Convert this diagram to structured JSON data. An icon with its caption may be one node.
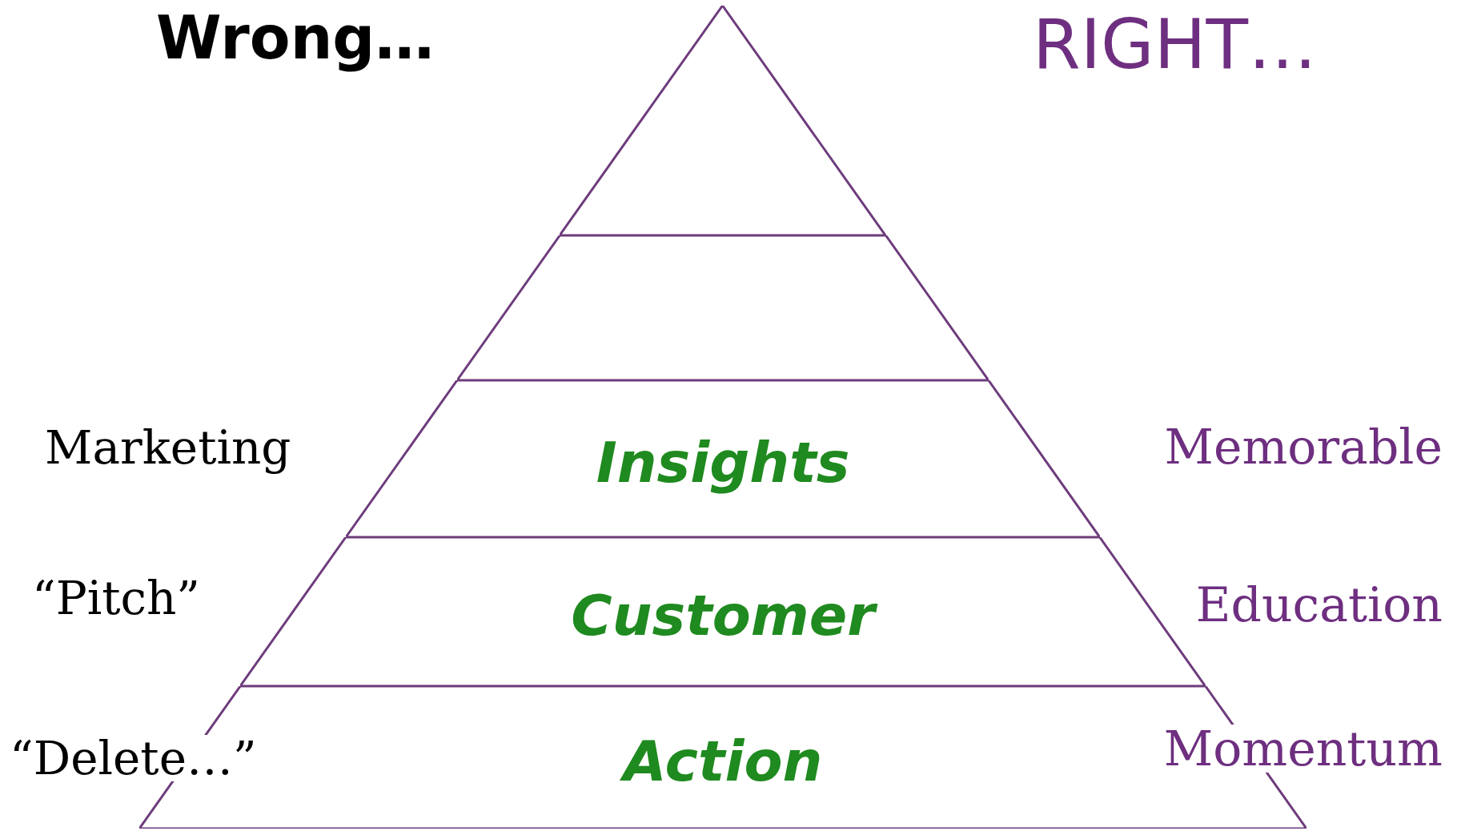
{
  "diagram": {
    "nodes": [
      {
        "text": [],
        "shape": "triangle"
      },
      {
        "text": [],
        "shape": "band"
      },
      {
        "text": [
          "Insights"
        ]
      },
      {
        "text": [
          "Customer"
        ]
      },
      {
        "text": [
          "Action"
        ]
      }
    ],
    "labels": [
      "Wrong…",
      "RIGHT…",
      "Marketing",
      "Memorable",
      "“Pitch”",
      "Education",
      "“Delete…”",
      "Momentum"
    ]
  }
}
